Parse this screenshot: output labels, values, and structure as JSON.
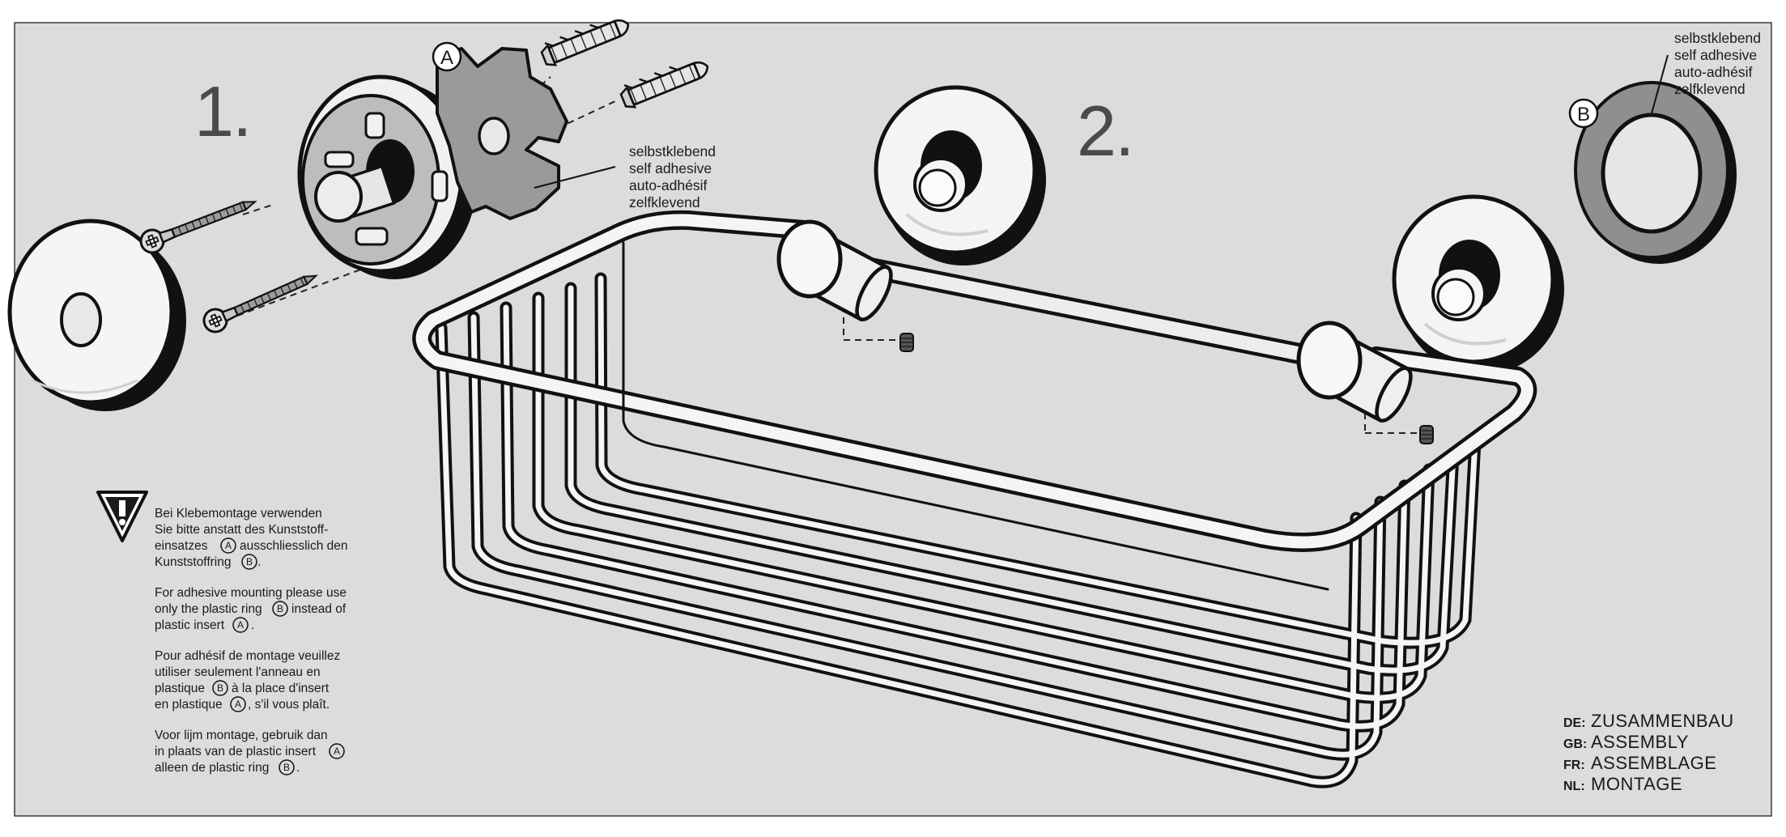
{
  "steps": {
    "step1": "1.",
    "step2": "2."
  },
  "parts": {
    "insert": "A",
    "ring": "B"
  },
  "adhesive_label": {
    "line1": "selbstklebend",
    "line2": "self adhesive",
    "line3": "auto-adhésif",
    "line4": "zelfklevend"
  },
  "warning": {
    "de": {
      "l1": "Bei Klebemontage verwenden",
      "l2": "Sie bitte anstatt des Kunststoff-",
      "l3a": "einsatzes",
      "l3b": "ausschliesslich den",
      "l4a": "Kunststoffring",
      "l4b": "."
    },
    "gb": {
      "l1": "For adhesive mounting please use",
      "l2a": "only the plastic ring",
      "l2b": "instead of",
      "l3a": "plastic insert",
      "l3b": "."
    },
    "fr": {
      "l1": "Pour adhésif de montage veuillez",
      "l2": "utiliser seulement l'anneau en",
      "l3a": "plastique",
      "l3b": "à la place d'insert",
      "l4a": "en plastique",
      "l4b": ", s'il vous plaît."
    },
    "nl": {
      "l1": "Voor lijm montage, gebruik dan",
      "l2a": "in plaats van de plastic insert",
      "l3a": "alleen de plastic ring",
      "l3b": "."
    }
  },
  "languages": [
    {
      "code": "DE:",
      "label": "ZUSAMMENBAU"
    },
    {
      "code": "GB:",
      "label": "ASSEMBLY"
    },
    {
      "code": "FR:",
      "label": "ASSEMBLAGE"
    },
    {
      "code": "NL:",
      "label": "MONTAGE"
    }
  ],
  "icons": {
    "warning": "warning-triangle-icon",
    "screw": "screw-icon",
    "wall_plug": "wall-plug-icon",
    "set_screw": "set-screw-icon"
  },
  "colors": {
    "panel": "#dcdcdc",
    "line": "#111111",
    "part_fill": "#f2f2f2",
    "insert_fill": "#9a9a9a",
    "step_number": "#4a4a4a"
  }
}
